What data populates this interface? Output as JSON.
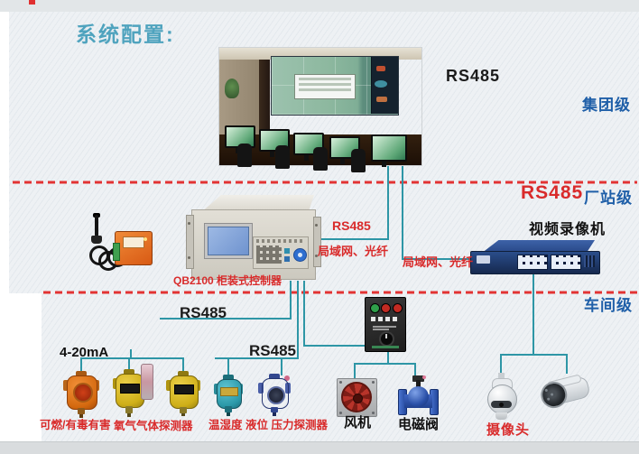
{
  "slide": {
    "title": "系统配置:"
  },
  "tiers": {
    "group": "集团级",
    "plant": "厂站级",
    "workshop": "车间级"
  },
  "connections": {
    "rs485_group": "RS485",
    "rs485_plant": "RS485",
    "rs485_controller_uplink": "RS485",
    "lan_fiber_left": "局域网、光纤",
    "lan_fiber_right": "局域网、光纤",
    "rs485_wireless": "RS485",
    "rs485_field": "RS485",
    "analog_4_20ma": "4-20mA"
  },
  "devices": {
    "controller": {
      "label": "QB2100 柜装式控制器"
    },
    "video_recorder": {
      "label": "视频录像机"
    },
    "fan": {
      "label": "风机"
    },
    "solenoid_valve": {
      "label": "电磁阀"
    },
    "camera": {
      "label": "摄像头"
    },
    "detectors": [
      {
        "label": "可燃/有毒有害"
      },
      {
        "label": "氧气气体探测器"
      },
      {
        "label": "温湿度 液位 压力探测器"
      }
    ]
  },
  "colors": {
    "title_teal": "#4FA3BE",
    "tier_blue": "#1F5FA8",
    "label_red": "#D92B2B",
    "line_teal": "#2E96A6",
    "dash_red": "#E23333"
  }
}
